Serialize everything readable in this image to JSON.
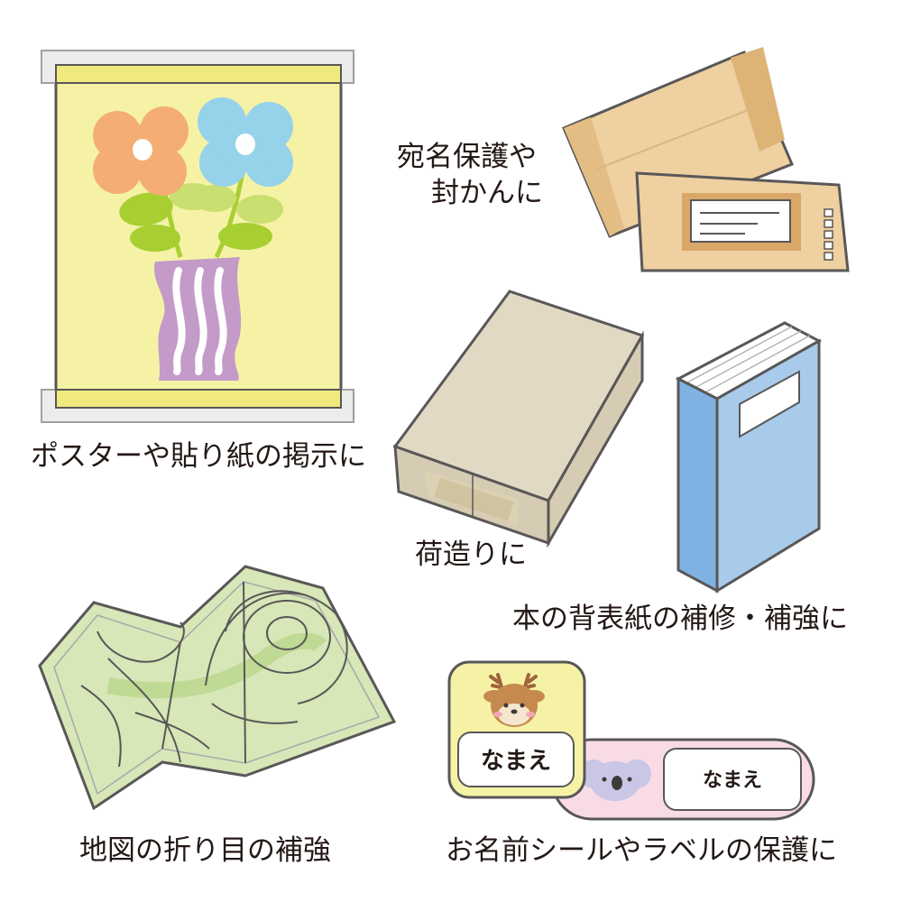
{
  "captions": {
    "poster": "ポスターや貼り紙の掲示に",
    "envelope_line1": "宛名保護や",
    "envelope_line2": "封かんに",
    "package": "荷造りに",
    "book": "本の背表紙の補修・補強に",
    "map": "地図の折り目の補強",
    "name_sticker": "お名前シールやラベルの保護に"
  },
  "stickers": {
    "deer_label": "なまえ",
    "koala_label": "なまえ"
  },
  "icons": [
    "poster-illustration",
    "envelope-illustration",
    "package-illustration",
    "book-illustration",
    "map-illustration",
    "deer-icon",
    "koala-icon"
  ],
  "colors": {
    "outline": "#595757",
    "poster_bg": "#f5f2a6",
    "tape": "#f0ea7e",
    "flower_orange": "#f4ad73",
    "flower_blue": "#96d2ea",
    "leaf_green": "#a8cf32",
    "vase_purple": "#c49ac9",
    "envelope": "#eed0a1",
    "package": "#e2d9c4",
    "book_blue": "#a8cbeb",
    "map_green": "#d7e7b8",
    "sticker_yellow": "#f5f2a6",
    "sticker_pink": "#f8dbe5"
  }
}
